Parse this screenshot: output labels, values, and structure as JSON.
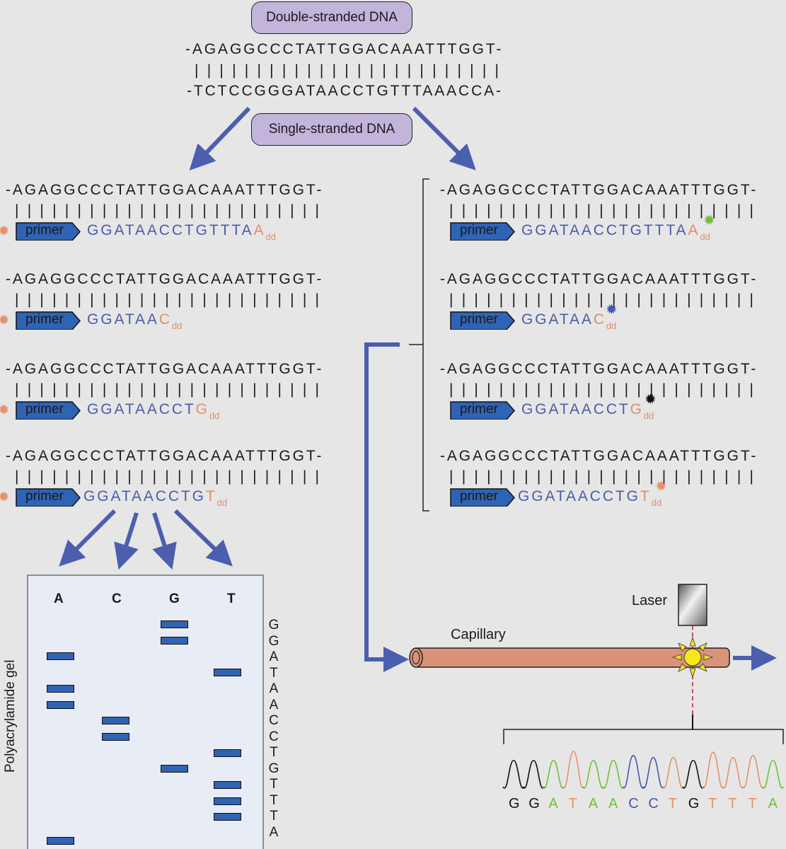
{
  "labels": {
    "double_stranded": "Double-stranded DNA",
    "single_stranded": "Single-stranded DNA",
    "laser": "Laser",
    "capillary": "Capillary",
    "gel": "Polyacrylamide gel",
    "primer": "primer",
    "dd": "dd"
  },
  "template": {
    "top_strand": "-AGAGGCCCTATTGGACAAATTTGGT-",
    "bottom_strand": "-TCTCCGGGATAACCTGTTTAAACCA-",
    "pairs": "| | | | | | | | | | | | | | | | | | | | | | | | |"
  },
  "left_reactions": [
    {
      "extension": "GGATAACCTGTTTA",
      "terminator": "A"
    },
    {
      "extension": "GGATAA",
      "terminator": "C"
    },
    {
      "extension": "GGATAACCT",
      "terminator": "G"
    },
    {
      "extension": "GGATAACCTG",
      "terminator": "T"
    }
  ],
  "right_reactions": [
    {
      "extension": "GGATAACCTGTTTA",
      "terminator": "A",
      "dye_color": "#6fbf3a"
    },
    {
      "extension": "GGATAA",
      "terminator": "C",
      "dye_color": "#4458b0"
    },
    {
      "extension": "GGATAACCT",
      "terminator": "G",
      "dye_color": "#111111"
    },
    {
      "extension": "GGATAACCTG",
      "terminator": "T",
      "dye_color": "#e8906c"
    }
  ],
  "gel": {
    "lanes": [
      "A",
      "C",
      "G",
      "T"
    ],
    "read_sequence": [
      "G",
      "G",
      "A",
      "T",
      "A",
      "A",
      "C",
      "C",
      "T",
      "G",
      "T",
      "T",
      "T",
      "A"
    ]
  },
  "trace": {
    "bases": [
      {
        "b": "G",
        "color": "#111111"
      },
      {
        "b": "G",
        "color": "#111111"
      },
      {
        "b": "A",
        "color": "#6fbf3a"
      },
      {
        "b": "T",
        "color": "#e8906c"
      },
      {
        "b": "A",
        "color": "#6fbf3a"
      },
      {
        "b": "A",
        "color": "#6fbf3a"
      },
      {
        "b": "C",
        "color": "#4458b0"
      },
      {
        "b": "C",
        "color": "#4458b0"
      },
      {
        "b": "T",
        "color": "#e8906c"
      },
      {
        "b": "G",
        "color": "#111111"
      },
      {
        "b": "T",
        "color": "#e8906c"
      },
      {
        "b": "T",
        "color": "#e8906c"
      },
      {
        "b": "T",
        "color": "#e8906c"
      },
      {
        "b": "A",
        "color": "#6fbf3a"
      }
    ],
    "peak_heights": [
      0.78,
      0.78,
      0.78,
      1.0,
      0.78,
      0.78,
      0.9,
      0.85,
      0.85,
      0.78,
      0.98,
      0.85,
      0.9,
      0.78
    ]
  },
  "colors": {
    "arrow": "#4c5fae",
    "primer_fill": "#2f63b4",
    "extension_text": "#4b5ca8",
    "terminator_text": "#e08e6c",
    "left_dye": "#e8906c",
    "capillary": "#d9937a"
  }
}
